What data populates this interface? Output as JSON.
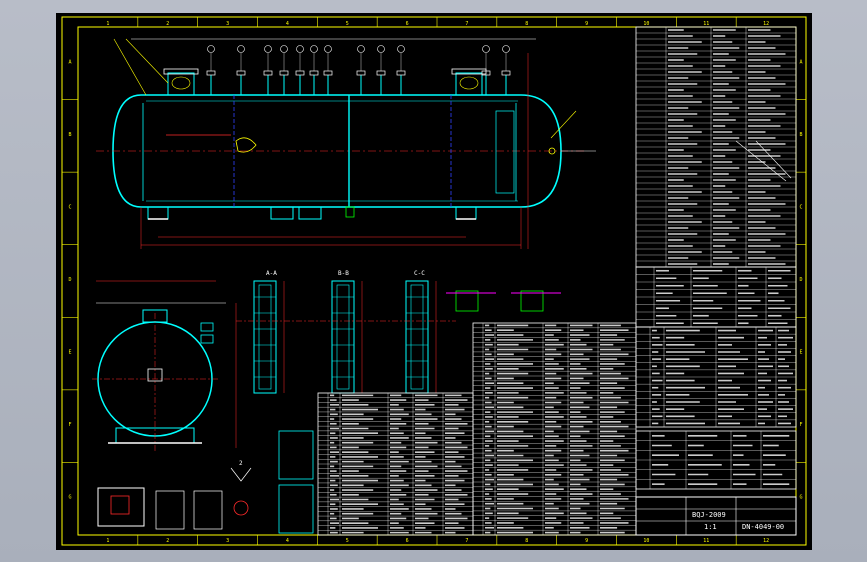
{
  "app": {
    "title": "",
    "background_color": "#b4b9c4",
    "sheet_color": "#000000"
  },
  "drawing": {
    "column_labels": [
      "1",
      "2",
      "3",
      "4",
      "5",
      "6",
      "7",
      "8",
      "9",
      "10",
      "11",
      "12"
    ],
    "row_labels": [
      "A",
      "B",
      "C",
      "D",
      "E",
      "F",
      "G"
    ],
    "section_labels": [
      "A-A",
      "B-B",
      "C-C"
    ],
    "note_text": "2",
    "title_block": {
      "drawing_number": "DN-4049-00",
      "scale": "1:1",
      "title_short": "BQJ-2009"
    }
  },
  "colors": {
    "frame": "#ffff00",
    "vessel": "#00ffff",
    "dimension": "#ff2a2a",
    "centerline": "#ff2a2a",
    "hidden": "#3040ff",
    "table_lines": "#ffffff",
    "green": "#00ff00",
    "magenta": "#ff00ff"
  }
}
